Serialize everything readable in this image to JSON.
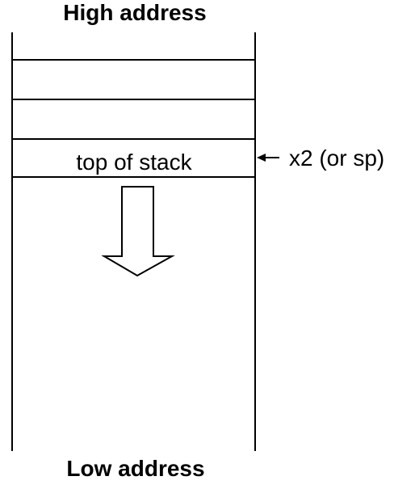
{
  "diagram": {
    "high_label": "High address",
    "low_label": "Low address",
    "top_cell_label": "top of stack",
    "pointer_label": "x2 (or sp)",
    "growth_direction": "down",
    "occupied_cells": 4
  },
  "colors": {
    "ink": "#000000",
    "background": "#ffffff"
  },
  "icons": {
    "pointer": "left-arrow-icon",
    "growth": "down-arrow-icon"
  }
}
